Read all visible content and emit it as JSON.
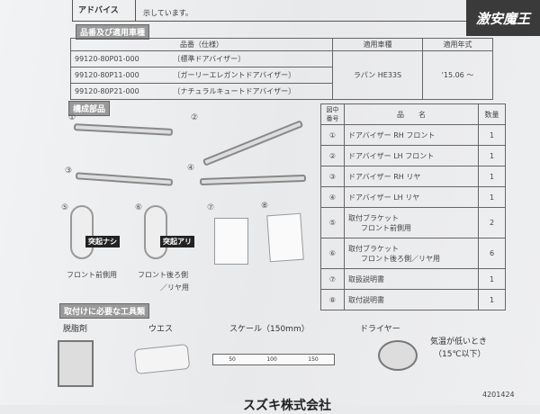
{
  "advice": {
    "label": "アドバイス",
    "text": "示しています。"
  },
  "watermark": "激安魔王",
  "section1": {
    "title": "品番及び適用車種",
    "headers": [
      "品番（仕様）",
      "適用車種",
      "適用年式"
    ],
    "rows": [
      {
        "part": "99120-80P01-000",
        "spec": "〔標準ドアバイザー〕"
      },
      {
        "part": "99120-80P11-000",
        "spec": "〔ガーリーエレガントドアバイザー〕"
      },
      {
        "part": "99120-80P21-000",
        "spec": "〔ナチュラルキュートドアバイザー〕"
      }
    ],
    "vehicle": "ラパン HE33S",
    "year": "'15.06 ～"
  },
  "section2": {
    "title": "構成部品",
    "figure_nums": [
      "①",
      "②",
      "③",
      "④",
      "⑤",
      "⑥",
      "⑦",
      "⑧"
    ],
    "tag_none": "突起ナシ",
    "tag_with": "突起アリ",
    "caption5": "フロント前側用",
    "caption6a": "フロント後ろ側",
    "caption6b": "／リヤ用"
  },
  "parts_table": {
    "headers": [
      "図中番号",
      "品　　名",
      "数量"
    ],
    "rows": [
      {
        "no": "①",
        "name": "ドアバイザー RH フロント",
        "qty": "1"
      },
      {
        "no": "②",
        "name": "ドアバイザー LH フロント",
        "qty": "1"
      },
      {
        "no": "③",
        "name": "ドアバイザー RH リヤ",
        "qty": "1"
      },
      {
        "no": "④",
        "name": "ドアバイザー LH リヤ",
        "qty": "1"
      },
      {
        "no": "⑤",
        "name": "取付ブラケット",
        "name2": "フロント前側用",
        "qty": "2"
      },
      {
        "no": "⑥",
        "name": "取付ブラケット",
        "name2": "フロント後ろ側／リヤ用",
        "qty": "6"
      },
      {
        "no": "⑦",
        "name": "取扱説明書",
        "qty": "1"
      },
      {
        "no": "⑧",
        "name": "取付説明書",
        "qty": "1"
      }
    ]
  },
  "section3": {
    "title": "取付けに必要な工具類",
    "tools": [
      "脱脂剤",
      "ウエス",
      "スケール（150mm）",
      "ドライヤー"
    ],
    "note1": "気温が低いとき",
    "note2": "（15℃以下）",
    "scale_ticks": [
      "50",
      "100",
      "150"
    ]
  },
  "footer": {
    "code": "4201424",
    "brand": "スズキ株式会社"
  }
}
